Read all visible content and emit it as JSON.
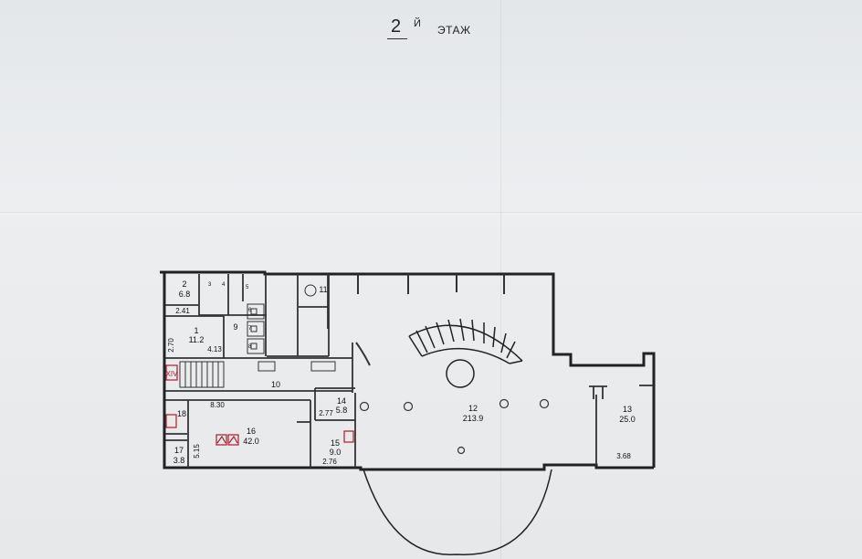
{
  "title": {
    "number": "2",
    "suffix": "Й",
    "word": "ЭТАЖ"
  },
  "rooms": [
    {
      "id": "room-1",
      "number": "1",
      "area": "11.2"
    },
    {
      "id": "room-2",
      "number": "2",
      "area": "6.8"
    },
    {
      "id": "room-12",
      "number": "12",
      "area": "213.9"
    },
    {
      "id": "room-13",
      "number": "13",
      "area": "25.0"
    },
    {
      "id": "room-14",
      "number": "14",
      "area": "5.8"
    },
    {
      "id": "room-15",
      "number": "15",
      "area": "9.0"
    },
    {
      "id": "room-16",
      "number": "16",
      "area": "42.0"
    },
    {
      "id": "room-17",
      "number": "17",
      "area": "3.8"
    }
  ],
  "room_labels": [
    "3",
    "4",
    "5",
    "6",
    "7",
    "8",
    "9",
    "10",
    "11",
    "18"
  ],
  "dimensions": [
    "2.41",
    "2.70",
    "4.13",
    "8.30",
    "5.15",
    "2.77",
    "2.76",
    "3.68"
  ],
  "stair_label": "XIV"
}
